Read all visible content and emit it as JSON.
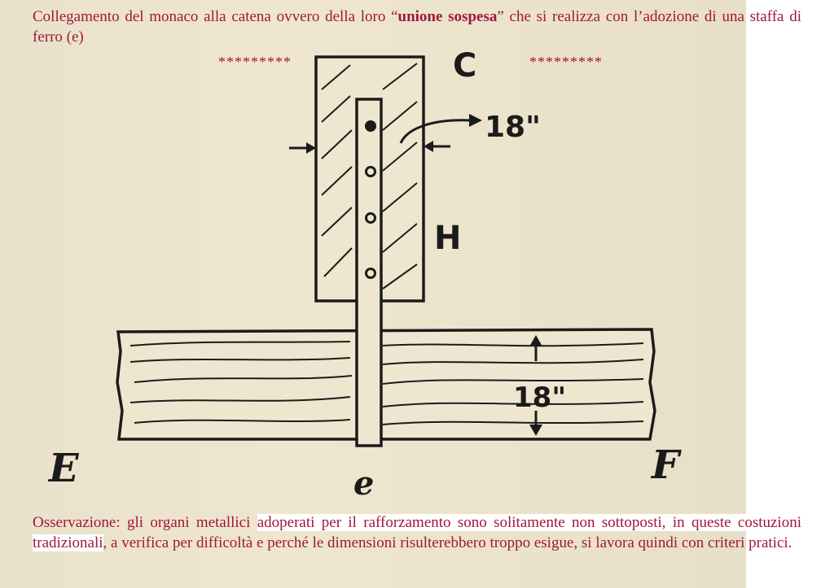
{
  "header": {
    "title_before": "Collegamento del monaco alla catena ovvero della loro “",
    "title_bold": "unione sospesa",
    "title_after": "” che si realizza con l’adozione di una staffa di ferro (e)",
    "stars_left": "*********",
    "stars_right": "*********"
  },
  "diagram": {
    "label_c": "C",
    "label_h": "H",
    "label_e_strap": "e",
    "label_e_left": "E",
    "label_f_right": "F",
    "dim_post": "18\"",
    "dim_beam": "18\""
  },
  "observation": {
    "part1": "Osservazione: gli organi metallici ",
    "part2": "adoperati per il rafforzamento sono solitamente non sottoposti, in queste costuzioni tradizionali",
    "part3": ", a verifica per difficoltà e perché le dimensioni risulterebbero troppo esigue, si lavora quindi con criteri pratici."
  },
  "colors": {
    "text_red": "#a0173a",
    "ink": "#1b1b1b",
    "paper": "#efe6cf"
  }
}
